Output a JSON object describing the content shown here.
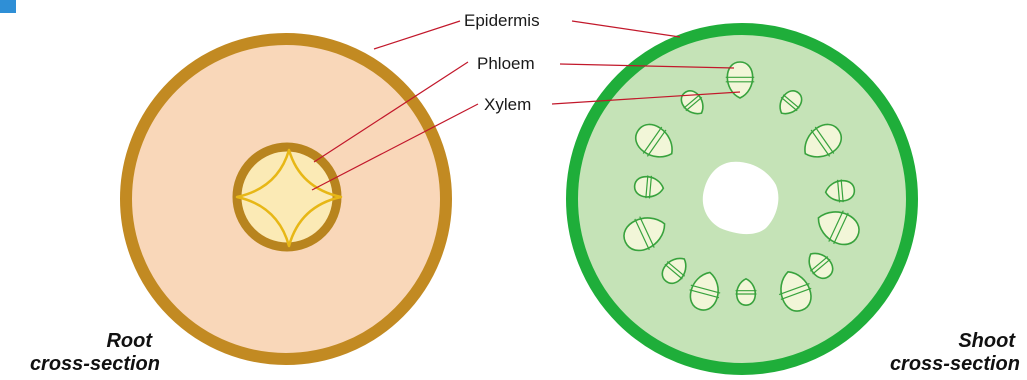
{
  "labels": {
    "epidermis": "Epidermis",
    "phloem": "Phloem",
    "xylem": "Xylem"
  },
  "root_caption": {
    "line1": "Root",
    "line2": "cross-section"
  },
  "shoot_caption": {
    "line1": "Shoot",
    "line2": "cross-section"
  },
  "colors": {
    "root_epidermis": "#c28a22",
    "root_cortex": "#f9d7b9",
    "root_stele_ring": "#b8841e",
    "root_stele_fill": "#fbeab5",
    "root_xylem_star": "#e7b716",
    "shoot_epidermis": "#1fae3a",
    "shoot_cortex": "#c5e3b7",
    "bundle_fill": "#f2f6d8",
    "bundle_stroke": "#38a23d",
    "pith": "#ffffff",
    "leader_line": "#c2182b",
    "corner_mark": "#2f8fd6"
  }
}
